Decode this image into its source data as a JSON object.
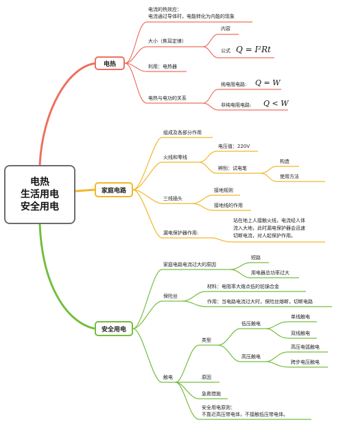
{
  "root": {
    "lines": [
      "电热",
      "生活用电",
      "安全用电"
    ]
  },
  "colors": {
    "heat": "#ef6f5e",
    "household": "#efb826",
    "safety": "#74bd3e"
  },
  "heat": {
    "title": "电热",
    "thermal_effect": {
      "title": "电流的热效应：",
      "desc": "电流通过导体时，电能转化为内能的现象"
    },
    "size": {
      "label": "大小（焦耳定律）",
      "content": "内容",
      "formula_label": "公式",
      "formula": "Q = I²Rt"
    },
    "use": "利用：电热器",
    "relation": {
      "label": "电热与电功的关系",
      "pure_label": "纯电阻电路:",
      "pure_formula": "Q = W",
      "nonpure_label": "非纯电阻电路:",
      "nonpure_formula": "Q < W"
    }
  },
  "household": {
    "title": "家庭电路",
    "composition": "组成及各部分作用",
    "wires": {
      "label": "火线和零线",
      "voltage": "电压值：220V",
      "identify": "辨别：试电笔",
      "structure": "构造",
      "usage": "使用方法"
    },
    "plug": {
      "label": "三线插头",
      "rule": "接地规则",
      "role": "接地线的作用"
    },
    "leakage": {
      "label": "漏电保护器作用:",
      "desc": [
        "站在地上人接触火线，电流经人体",
        "流入大地，此时漏电保护器会迅速",
        "切断电流，对人起保护作用。"
      ]
    }
  },
  "safety": {
    "title": "安全用电",
    "overcurrent": {
      "label": "家庭电路电流过大的原因",
      "short": "短路",
      "overload": "用电器总功率过大"
    },
    "fuse": {
      "label": "保险丝",
      "material": "材料：电阻率大熔点低的铅锑合金",
      "function": "作用：当电路电流过大时，保险丝熔断，切断电路"
    },
    "shock": {
      "label": "触电",
      "types": {
        "label": "类型",
        "low": {
          "label": "低压触电",
          "single": "单线触电",
          "double": "双线触电"
        },
        "high": {
          "label": "高压触电",
          "arc": "高压电弧触电",
          "step": "跨步电压触电"
        }
      },
      "cause": "原因",
      "aid": "急救措施",
      "principle": {
        "title": "安全用电原则：",
        "desc": "不靠近高压带电体，不接触低压带电体。"
      }
    }
  }
}
